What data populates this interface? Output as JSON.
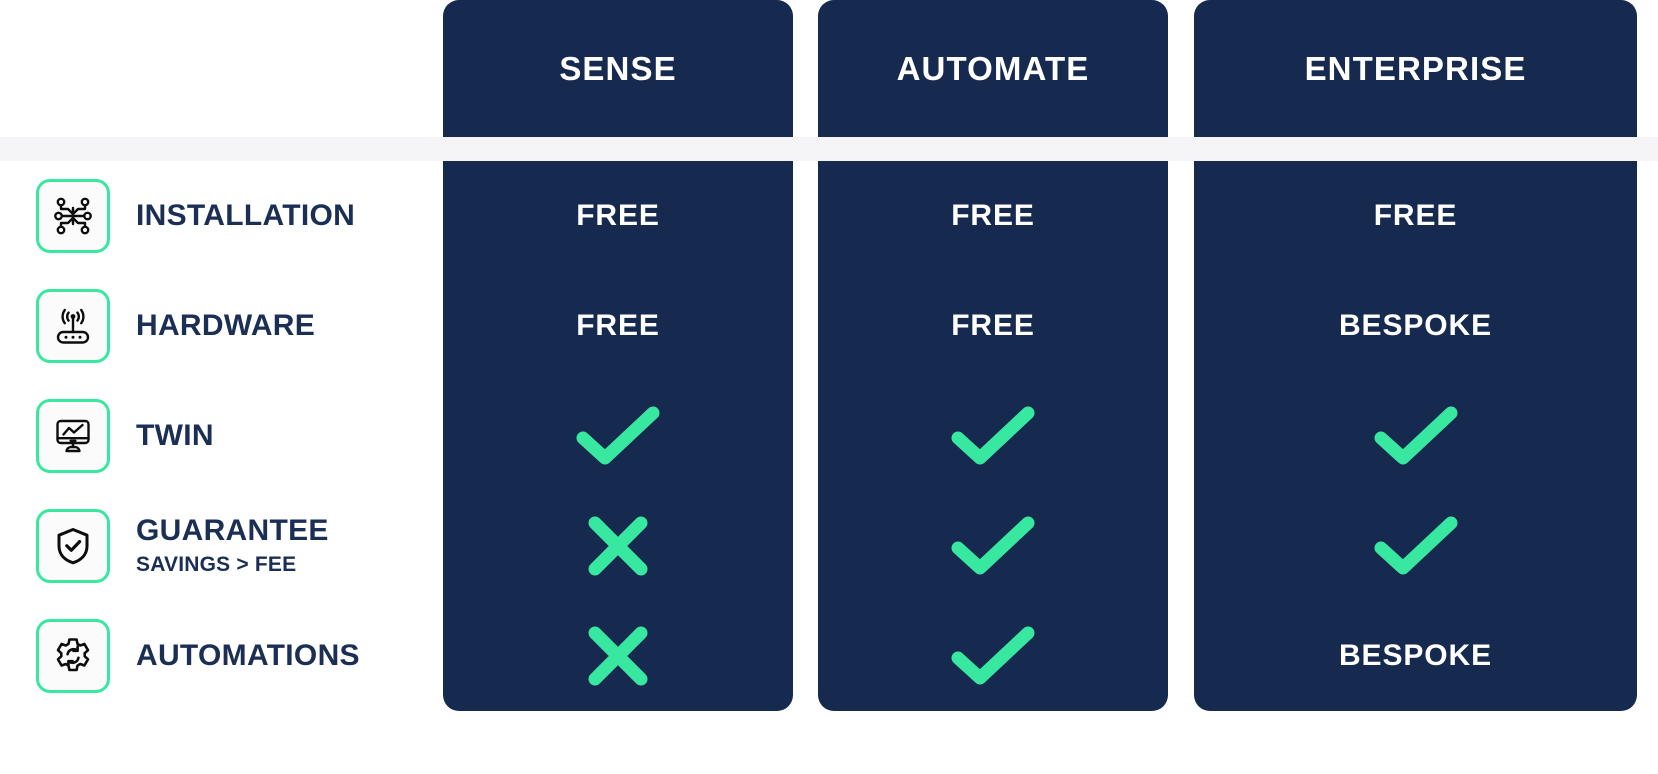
{
  "colors": {
    "navy": "#16294e",
    "mint": "#38e8a0",
    "label_navy": "#1b2e54",
    "separator": "#f5f5f7",
    "white": "#ffffff"
  },
  "plans": [
    {
      "name": "SENSE"
    },
    {
      "name": "AUTOMATE"
    },
    {
      "name": "ENTERPRISE"
    }
  ],
  "features": [
    {
      "label": "INSTALLATION",
      "sub": "",
      "icon": "circuit-nodes-icon",
      "values": [
        "FREE",
        "FREE",
        "FREE"
      ]
    },
    {
      "label": "HARDWARE",
      "sub": "",
      "icon": "router-icon",
      "values": [
        "FREE",
        "FREE",
        "BESPOKE"
      ]
    },
    {
      "label": "TWIN",
      "sub": "",
      "icon": "monitor-chart-icon",
      "values": [
        "check",
        "check",
        "check"
      ]
    },
    {
      "label": "GUARANTEE",
      "sub": "SAVINGS > FEE",
      "icon": "shield-check-icon",
      "values": [
        "cross",
        "check",
        "check"
      ]
    },
    {
      "label": "AUTOMATIONS",
      "sub": "",
      "icon": "gear-refresh-icon",
      "values": [
        "cross",
        "check",
        "BESPOKE"
      ]
    }
  ]
}
